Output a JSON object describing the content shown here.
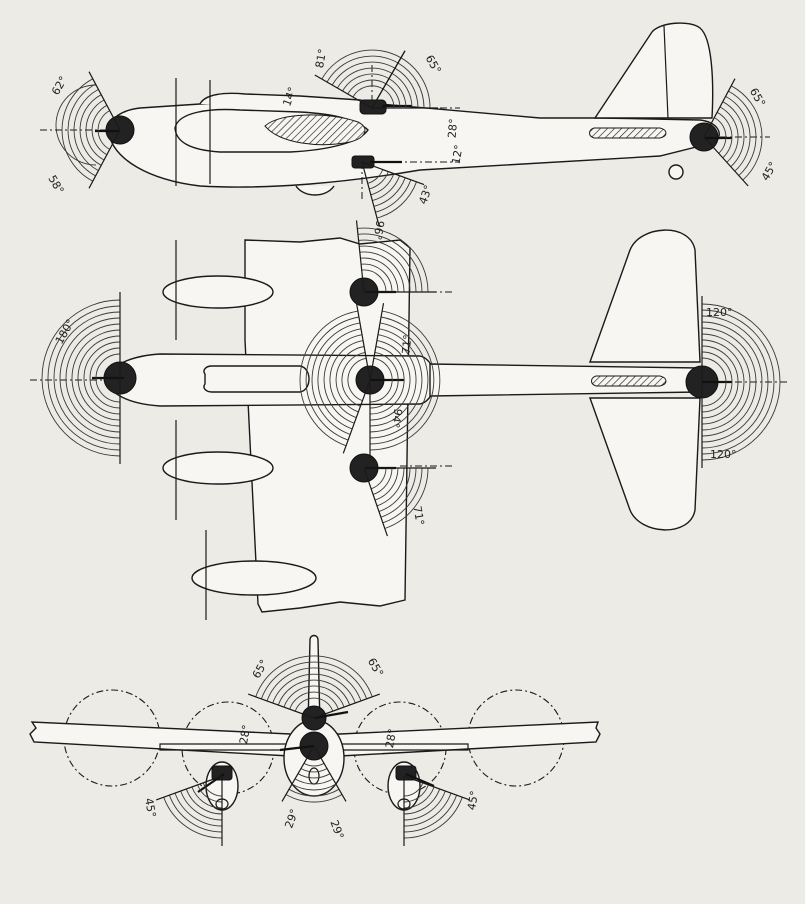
{
  "colors": {
    "background": "#ecebe6",
    "line": "#1a1a1a",
    "turret": "#222222"
  },
  "side_view": {
    "labels": {
      "nose_upper": "62°",
      "nose_lower": "58°",
      "dorsal_fwd": "81°",
      "dorsal_aft": "65°",
      "dorsal_small": "14°",
      "ventral_upper": "28°",
      "ventral_small": "12°",
      "ventral_lower": "43°",
      "tail_upper": "65°",
      "tail_lower": "45°"
    }
  },
  "plan_view": {
    "labels": {
      "nose": "180°",
      "upper_turret": "96°",
      "center_upper": "71°",
      "center_lower": "94°",
      "lower_turret": "71°",
      "tail_upper": "120°",
      "tail_lower": "120°"
    }
  },
  "front_view": {
    "labels": {
      "dorsal_left": "65°",
      "dorsal_right": "65°",
      "inner_left": "28°",
      "inner_right": "28°",
      "lower_left": "45°",
      "lower_right": "45°",
      "low_mid_left": "29°",
      "low_mid_right": "29°"
    }
  }
}
